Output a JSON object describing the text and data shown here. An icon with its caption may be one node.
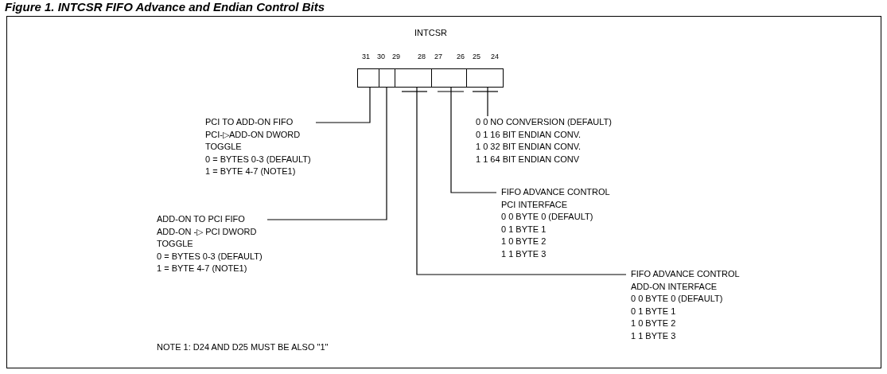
{
  "diagram": {
    "title": "Figure 1. INTCSR FIFO Advance and Endian Control Bits",
    "nodes": [
      {
        "text": [],
        "shape": "box"
      },
      {
        "text": [],
        "shape": "box"
      },
      {
        "text": [],
        "shape": "box"
      },
      {
        "text": [],
        "shape": "box"
      },
      {
        "text": [],
        "shape": "box"
      },
      {
        "text": [
          "PCI TO ADD-ON FIFO",
          "PCI-▷ADD-ON DWORD",
          "TOGGLE",
          "0 = BYTES 0-3 (DEFAULT)",
          "1 = BYTE 4-7 (NOTE1)"
        ]
      },
      {
        "text": [
          "ADD-ON TO PCI FIFO",
          "ADD-ON -▷ PCI DWORD",
          "TOGGLE",
          "0 = BYTES 0-3 (DEFAULT)",
          "1 = BYTE 4-7 (NOTE1)"
        ]
      },
      {
        "text": [
          "0 0 NO CONVERSION (DEFAULT)",
          "0 1 16 BIT ENDIAN CONV.",
          "1 0 32 BIT ENDIAN CONV.",
          "1 1 64 BIT ENDIAN CONV"
        ]
      },
      {
        "text": [
          "FIFO ADVANCE CONTROL",
          "PCI INTERFACE",
          "0 0 BYTE 0 (DEFAULT)",
          "0 1 BYTE 1",
          "1 0 BYTE 2",
          "1 1 BYTE 3"
        ]
      },
      {
        "text": [
          "FIFO ADVANCE CONTROL",
          "ADD-ON INTERFACE",
          "0 0 BYTE 0 (DEFAULT)",
          "0 1 BYTE 1",
          "1 0 BYTE 2",
          "1 1 BYTE 3"
        ]
      }
    ],
    "edges": [
      {
        "from": 5,
        "to": 0,
        "arrow": "none"
      },
      {
        "from": 6,
        "to": 1,
        "arrow": "none"
      },
      {
        "from": 9,
        "to": 2,
        "arrow": "none"
      },
      {
        "from": 8,
        "to": 3,
        "arrow": "none"
      },
      {
        "from": 7,
        "to": 4,
        "arrow": "none"
      }
    ],
    "labels": [
      "INTCSR",
      "31",
      "30",
      "29",
      "28",
      "27",
      "26",
      "25",
      "24",
      "NOTE 1: D24 AND D25 MUST BE ALSO \"1\""
    ]
  }
}
